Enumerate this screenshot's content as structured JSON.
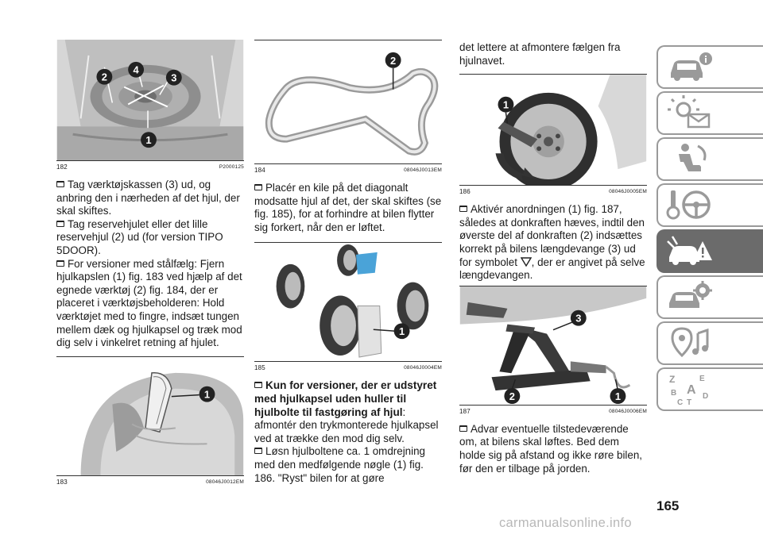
{
  "page": {
    "number": "165",
    "watermark": "carmanualsonline.info"
  },
  "col1": {
    "fig182": {
      "num": "182",
      "code": "P2000125",
      "callouts": [
        "2",
        "4",
        "3",
        "1"
      ]
    },
    "paras": [
      "Tag værktøjskassen (3) ud, og anbring den i nærheden af det hjul, der skal skiftes.",
      "Tag reservehjulet eller det lille reservehjul (2) ud (for version TIPO 5DOOR).",
      "For versioner med stålfælg: Fjern hjulkapslen (1) fig. 183 ved hjælp af det egnede værktøj (2) fig. 184, der er placeret i værktøjsbeholderen: Hold værktøjet med to fingre, indsæt tungen mellem dæk og hjulkapsel og træk mod dig selv i vinkelret retning af hjulet."
    ],
    "fig183": {
      "num": "183",
      "code": "08046J0012EM",
      "callout": "1"
    }
  },
  "col2": {
    "fig184": {
      "num": "184",
      "code": "08046J0013EM",
      "callout": "2"
    },
    "para1": "Placér en kile på det diagonalt modsatte hjul af det, der skal skiftes (se fig. 185), for at forhindre at bilen flytter sig forkert, når den er løftet.",
    "fig185": {
      "num": "185",
      "code": "08046J0004EM",
      "callout": "1"
    },
    "heading": "Kun for versioner, der er udstyret med hjulkapsel uden huller til hjulbolte til fastgøring af hjul",
    "heading_colon": ":",
    "para2": "afmontér den trykmonterede hjulkapsel ved at trække den mod dig selv.",
    "para3": "Løsn hjulboltene ca. 1 omdrejning med den medfølgende nøgle (1) fig. 186. \"Ryst\" bilen for at gøre"
  },
  "col3": {
    "para0": "det lettere at afmontere fælgen fra hjulnavet.",
    "fig186": {
      "num": "186",
      "code": "08046J0005EM",
      "callout": "1"
    },
    "para1a": "Aktivér anordningen (1) fig. 187, således at donkraften hæves, indtil den øverste del af donkraften (2) indsættes korrekt på bilens længdevange (3) ud for symbolet",
    "para1b": ", der er angivet på selve længdevangen.",
    "fig187": {
      "num": "187",
      "code": "08046J0006EM",
      "callouts": [
        "3",
        "2",
        "1"
      ]
    },
    "para2": "Advar eventuelle tilstedeværende om, at bilens skal løftes. Bed dem holde sig på afstand og ikke røre bilen, før den er tilbage på jorden."
  },
  "sidebar": {
    "tabs": [
      {
        "icon": "car-info-icon",
        "active": false
      },
      {
        "icon": "lights-message-icon",
        "active": false
      },
      {
        "icon": "seat-airbag-icon",
        "active": false
      },
      {
        "icon": "key-steering-wheel-icon",
        "active": false
      },
      {
        "icon": "car-warning-triangle-icon",
        "active": true
      },
      {
        "icon": "car-gear-icon",
        "active": false
      },
      {
        "icon": "navigation-music-icon",
        "active": false
      },
      {
        "icon": "alphabet-index-icon",
        "active": false
      }
    ],
    "index_letters": [
      "Z",
      "E",
      "A",
      "B",
      "C",
      "T",
      "D"
    ]
  }
}
